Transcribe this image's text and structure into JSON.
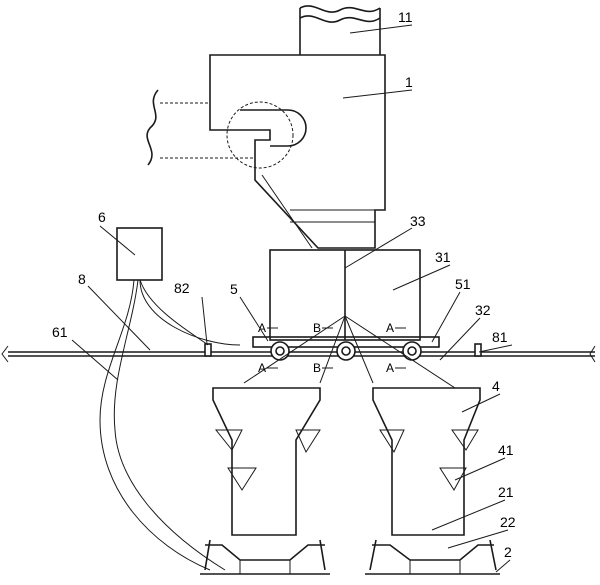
{
  "labels": {
    "l11": "11",
    "l1": "1",
    "l33": "33",
    "l31": "31",
    "l6": "6",
    "l82": "82",
    "l5": "5",
    "l51": "51",
    "l32": "32",
    "l8": "8",
    "l81": "81",
    "l61": "61",
    "l4": "4",
    "l41": "41",
    "l21": "21",
    "l22": "22",
    "l2": "2"
  },
  "section_marks": {
    "a_left_top": "A",
    "b_top": "B",
    "a_right_top": "A",
    "a_left_bottom": "A",
    "b_bottom": "B",
    "a_right_bottom": "A"
  },
  "colors": {
    "line": "#1a1a1a",
    "background": "#ffffff"
  }
}
